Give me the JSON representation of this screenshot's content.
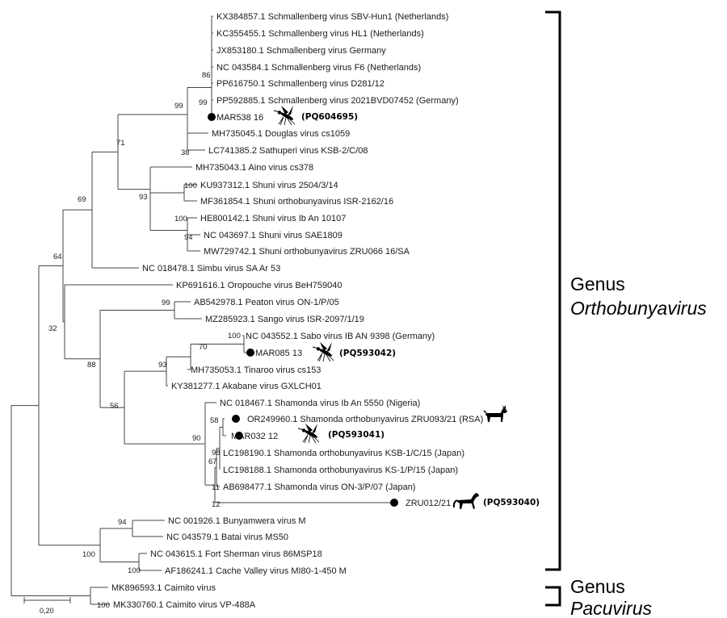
{
  "tree": {
    "taxa": [
      {
        "label": "KX384857.1 Schmallenberg virus SBV-Hun1 (Netherlands)"
      },
      {
        "label": "KC355455.1 Schmallenberg virus HL1 (Netherlands)"
      },
      {
        "label": "JX853180.1 Schmallenberg virus Germany"
      },
      {
        "label": "NC 043584.1 Schmallenberg virus F6 (Netherlands)"
      },
      {
        "label": "PP616750.1 Schmallenberg virus D281/12"
      },
      {
        "label": "PP592885.1 Schmallenberg virus 2021BVD07452 (Germany)"
      },
      {
        "label": "MAR538 16",
        "accession": "(PQ604695)",
        "host_icon": "mosquito-icon",
        "marker": "filled-circle"
      },
      {
        "label": "MH735045.1 Douglas virus cs1059"
      },
      {
        "label": "LC741385.2 Sathuperi virus KSB-2/C/08"
      },
      {
        "label": "MH735043.1 Aino virus cs378"
      },
      {
        "label": "KU937312.1 Shuni virus 2504/3/14"
      },
      {
        "label": "MF361854.1 Shuni orthobunyavirus ISR-2162/16"
      },
      {
        "label": "HE800142.1 Shuni virus Ib An 10107"
      },
      {
        "label": "NC 043697.1 Shuni virus SAE1809"
      },
      {
        "label": "MW729742.1 Shuni orthobunyavirus ZRU066 16/SA"
      },
      {
        "label": "NC 018478.1 Simbu virus SA Ar 53"
      },
      {
        "label": "KP691616.1 Oropouche virus BeH759040"
      },
      {
        "label": "AB542978.1 Peaton virus ON-1/P/05"
      },
      {
        "label": "MZ285923.1 Sango virus ISR-2097/1/19"
      },
      {
        "label": "NC 043552.1 Sabo virus IB AN 9398 (Germany)"
      },
      {
        "label": "MAR085 13",
        "accession": "(PQ593042)",
        "host_icon": "mosquito-icon",
        "marker": "filled-circle"
      },
      {
        "label": "MH735053.1 Tinaroo virus cs153"
      },
      {
        "label": "KY381277.1 Akabane virus GXLCH01"
      },
      {
        "label": "NC 018467.1 Shamonda virus Ib An 5550 (Nigeria)"
      },
      {
        "label": "OR249960.1 Shamonda orthobunyavirus ZRU093/21 (RSA)",
        "host_icon": "goat-icon",
        "marker": "filled-circle"
      },
      {
        "label": "MAR032 12",
        "accession": "(PQ593041)",
        "host_icon": "mosquito-icon",
        "marker": "filled-circle"
      },
      {
        "label": "LC198190.1 Shamonda orthobunyavirus KSB-1/C/15 (Japan)"
      },
      {
        "label": "LC198188.1 Shamonda orthobunyavirus KS-1/P/15 (Japan)"
      },
      {
        "label": "AB698477.1 Shamonda virus ON-3/P/07 (Japan)"
      },
      {
        "label": "ZRU012/21",
        "accession": "(PQ593040)",
        "host_icon": "horse-icon",
        "marker": "filled-circle"
      },
      {
        "label": "NC 001926.1 Bunyamwera virus M"
      },
      {
        "label": "NC 043579.1 Batai virus MS50"
      },
      {
        "label": "NC 043615.1 Fort Sherman virus 86MSP18"
      },
      {
        "label": "AF186241.1 Cache Valley virus MI80-1-450 M"
      },
      {
        "label": "MK896593.1 Caimito virus"
      },
      {
        "label": "MK330760.1 Caimito virus VP-488A"
      }
    ],
    "bootstrap_values": [
      "86",
      "99",
      "99",
      "71",
      "38",
      "69",
      "93",
      "100",
      "100",
      "94",
      "64",
      "99",
      "100",
      "70",
      "93",
      "32",
      "88",
      "58",
      "98",
      "67",
      "11",
      "12",
      "90",
      "56",
      "94",
      "100",
      "100",
      "100"
    ]
  },
  "genera": [
    {
      "prefix": "Genus",
      "name": "Orthobunyavirus"
    },
    {
      "prefix": "Genus",
      "name": "Pacuvirus"
    }
  ],
  "scale_bar": {
    "label": "0,20"
  }
}
